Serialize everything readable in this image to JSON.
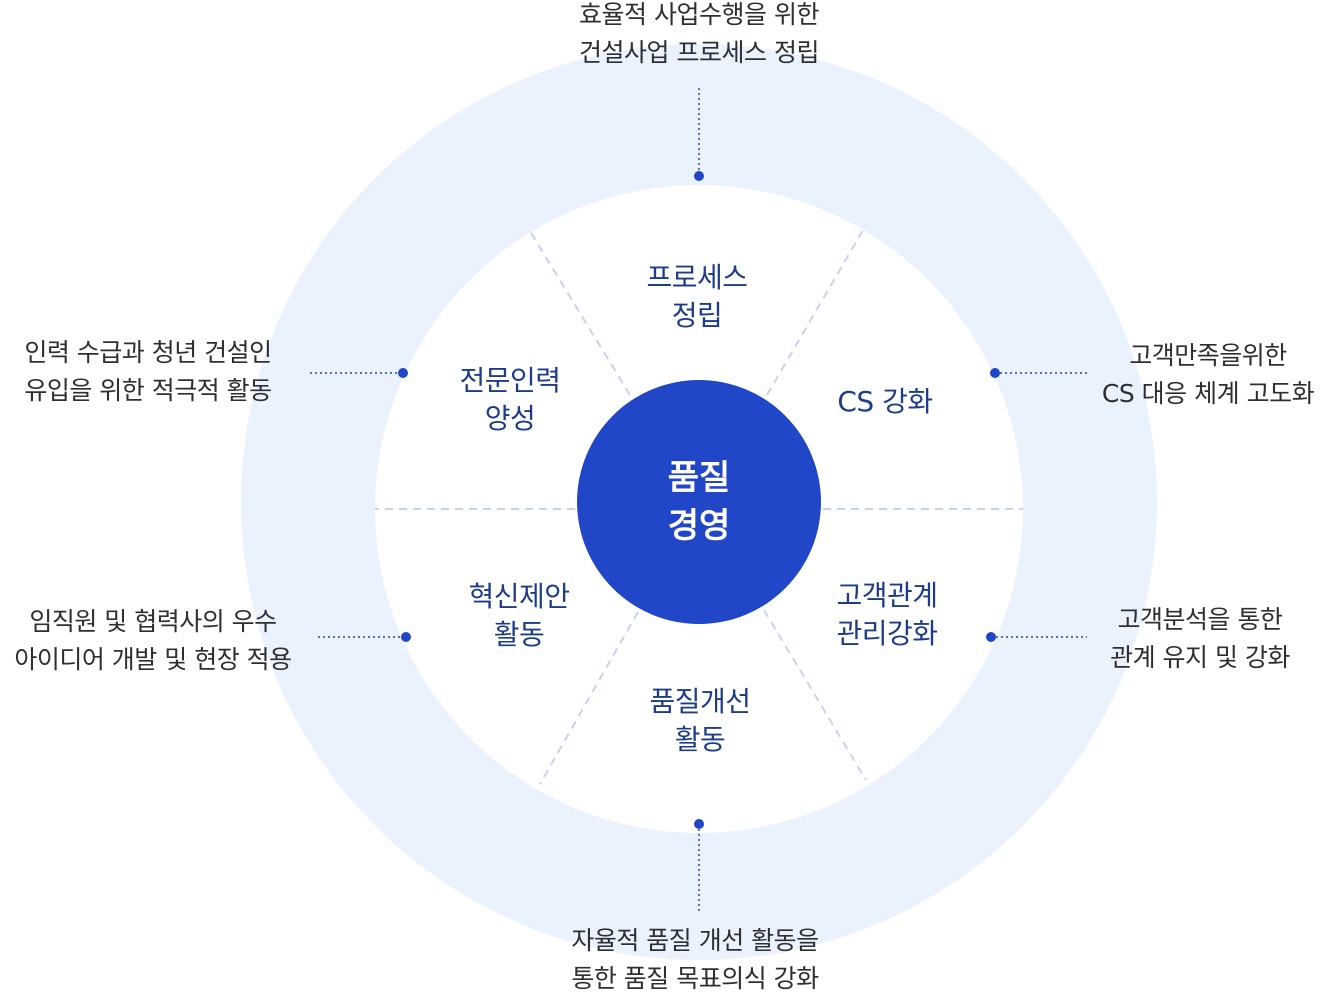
{
  "colors": {
    "outer_ring": "#eaf2fe",
    "inner_disc": "#ffffff",
    "center_disc": "#2146c7",
    "divider": "#c7d3ee",
    "marker": "#2146c7",
    "connector": "#2146c7",
    "segment_text": "#1e3c8c",
    "caption_text": "#2d2f33",
    "center_text": "#ffffff"
  },
  "center": {
    "line1": "품질",
    "line2": "경영"
  },
  "segments": {
    "process": {
      "line1": "프로세스",
      "line2": "정립"
    },
    "cs": {
      "line1": "CS 강화"
    },
    "customer_relation": {
      "line1": "고객관계",
      "line2": "관리강화"
    },
    "quality_improvement": {
      "line1": "품질개선",
      "line2": "활동"
    },
    "innovation": {
      "line1": "혁신제안",
      "line2": "활동"
    },
    "talent": {
      "line1": "전문인력",
      "line2": "양성"
    }
  },
  "captions": {
    "top": {
      "line1": "효율적 사업수행을 위한",
      "line2": "건설사업 프로세스 정립"
    },
    "upper_right": {
      "line1": "고객만족을위한",
      "line2": "CS 대응 체계 고도화"
    },
    "lower_right": {
      "line1": "고객분석을 통한",
      "line2": "관계 유지 및 강화"
    },
    "bottom": {
      "line1": "자율적 품질 개선 활동을",
      "line2": "통한 품질 목표의식 강화"
    },
    "lower_left": {
      "line1": "임직원 및 협력사의 우수",
      "line2": "아이디어 개발 및 현장 적용"
    },
    "upper_left": {
      "line1": "인력 수급과 청년 건설인",
      "line2": "유입을 위한 적극적 활동"
    }
  }
}
